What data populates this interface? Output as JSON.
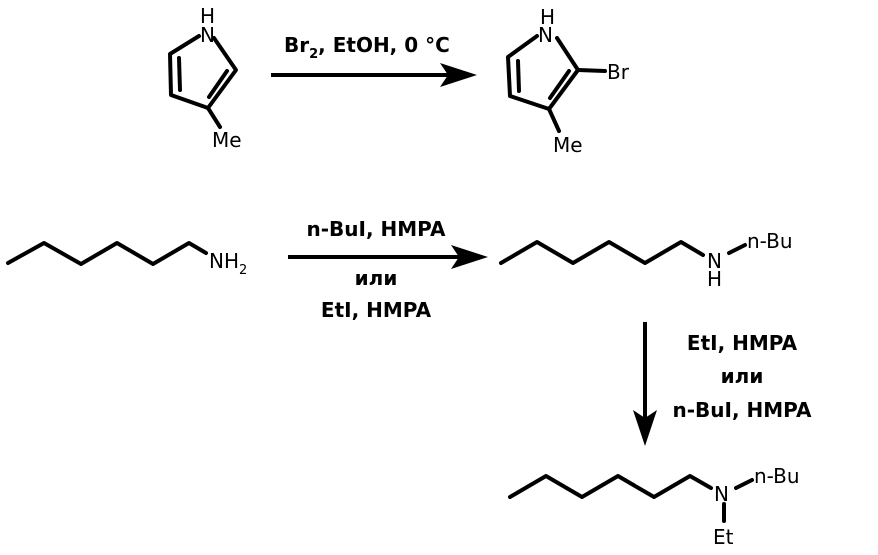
{
  "reaction1": {
    "reactant": {
      "nh": "H",
      "n": "N",
      "me": "Me"
    },
    "conditions": {
      "main": "Br",
      "sub": "2",
      "rest": ", EtOH, 0 °C"
    },
    "product": {
      "nh": "H",
      "n": "N",
      "br": "Br",
      "me": "Me"
    }
  },
  "reaction2": {
    "reactant": {
      "n": "NH",
      "sub": "2"
    },
    "conditions": [
      "n-BuI, HMPA",
      "или",
      "EtI, HMPA"
    ],
    "product": {
      "n": "N",
      "h": "H",
      "r": "n-Bu"
    }
  },
  "reaction3": {
    "conditions": [
      "EtI, HMPA",
      "или",
      "n-BuI, HMPA"
    ],
    "product": {
      "n": "N",
      "r1": "n-Bu",
      "r2": "Et"
    }
  }
}
